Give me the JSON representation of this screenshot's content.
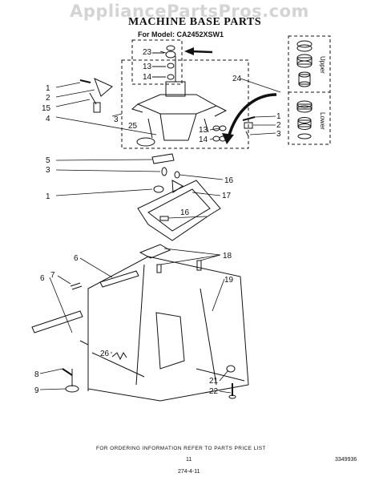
{
  "watermark": "AppliancePartsPros.com",
  "title": "MACHINE BASE PARTS",
  "model_line": "For Model: CA2452XSW1",
  "kit_labels": {
    "upper": "Upper",
    "lower": "Lower"
  },
  "callouts": {
    "c1a": "1",
    "c2a": "2",
    "c15": "15",
    "c3a": "3",
    "c4": "4",
    "c25": "25",
    "c23": "23",
    "c13a": "13",
    "c14a": "14",
    "c24": "24",
    "c1b": "1",
    "c2b": "2",
    "c3b": "3",
    "c13b": "13",
    "c14b": "14",
    "c5": "5",
    "c3c": "3",
    "c1c": "1",
    "c16a": "16",
    "c17": "17",
    "c16b": "16",
    "c6a": "6",
    "c18": "18",
    "c6b": "6",
    "c7": "7",
    "c19": "19",
    "c26": "26",
    "c8": "8",
    "c9": "9",
    "c21": "21",
    "c22": "22"
  },
  "footer": "FOR ORDERING INFORMATION REFER TO PARTS PRICE LIST",
  "footer_page": "11",
  "doc_number": "3349936",
  "footer_code": "274-4-11"
}
